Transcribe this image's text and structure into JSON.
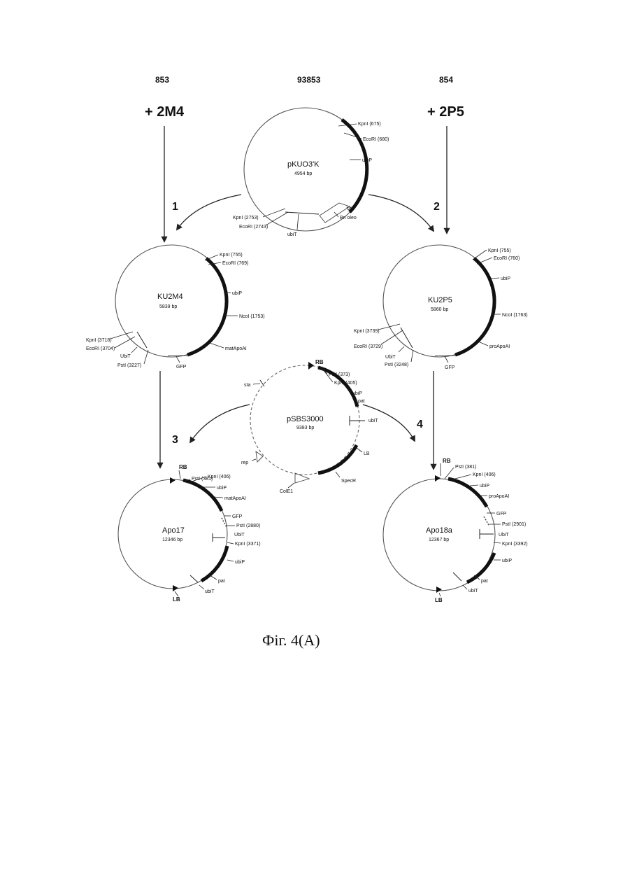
{
  "headers": {
    "left": "853",
    "center": "93853",
    "right": "854"
  },
  "inputs": {
    "left": "+ 2M4",
    "right": "+ 2P5"
  },
  "steps": {
    "s1": "1",
    "s2": "2",
    "s3": "3",
    "s4": "4"
  },
  "plasmids": {
    "pkuo": {
      "name": "pKUO3'K",
      "size": "4954 bp",
      "labels": {
        "kpn1": "KpnI (675)",
        "eco1": "EcoRI (680)",
        "ubip": "ubiP",
        "kpn2": "KpnI (2753)",
        "eco2": "EcoRI (2743)",
        "ubit": "ubiT",
        "bnoleo": "Bn oleo"
      }
    },
    "ku2m4": {
      "name": "KU2M4",
      "size": "5839 bp",
      "labels": {
        "kpn1": "KpnI (755)",
        "eco1": "EcoRI (769)",
        "ubip": "ubiP",
        "nco": "NcoI (1753)",
        "matapo": "matApoAI",
        "gfp": "GFP",
        "pst": "PstI (3227)",
        "ubit": "UbiT",
        "kpn2": "KpnI (3718)",
        "eco2": "EcoRI (3704)"
      }
    },
    "ku2p5": {
      "name": "KU2P5",
      "size": "5860 bp",
      "labels": {
        "kpn1": "KpnI (755)",
        "eco1": "EcoRI (760)",
        "ubip": "ubiP",
        "nco": "NcoI (1763)",
        "proapo": "proApoAI",
        "gfp": "GFP",
        "pst": "PstI (3248)",
        "ubit": "UbiT",
        "kpn2": "KpnI (3739)",
        "eco2": "EcoRI (3729)"
      }
    },
    "psbs": {
      "name": "pSBS3000",
      "size": "9383 bp",
      "labels": {
        "rb": "RB",
        "pst": "PstI (373)",
        "kpn": "KpnI (405)",
        "ubip": "ubiP",
        "pat": "pat",
        "ubit": "ubiT",
        "lb": "LB",
        "specr": "SpecR",
        "cole1": "ColE1",
        "rep": "rep",
        "sta": "sta"
      }
    },
    "apo17": {
      "name": "Apo17",
      "size": "12346 bp",
      "labels": {
        "rb": "RB",
        "pst1": "PstI (381)",
        "kpn1": "KpnI (406)",
        "ubip1": "ubiP",
        "matapo": "matApoAI",
        "gfp": "GFP",
        "pst2": "PstI (2880)",
        "ubit1": "UbiT",
        "kpn2": "KpnI (3371)",
        "ubip2": "ubiP",
        "pat": "pat",
        "ubit2": "ubiT",
        "lb": "LB"
      }
    },
    "apo18a": {
      "name": "Apo18a",
      "size": "12367 bp",
      "labels": {
        "rb": "RB",
        "pst1": "PstI (381)",
        "kpn1": "KpnI (406)",
        "ubip1": "ubiP",
        "proapo": "proApoAI",
        "gfp": "GFP",
        "pst2": "PstI (2901)",
        "ubit1": "UbiT",
        "kpn2": "KpnI (3392)",
        "ubip2": "ubiP",
        "pat": "pat",
        "ubit2": "ubiT",
        "lb": "LB"
      }
    }
  },
  "caption": "Фіг. 4(A)"
}
